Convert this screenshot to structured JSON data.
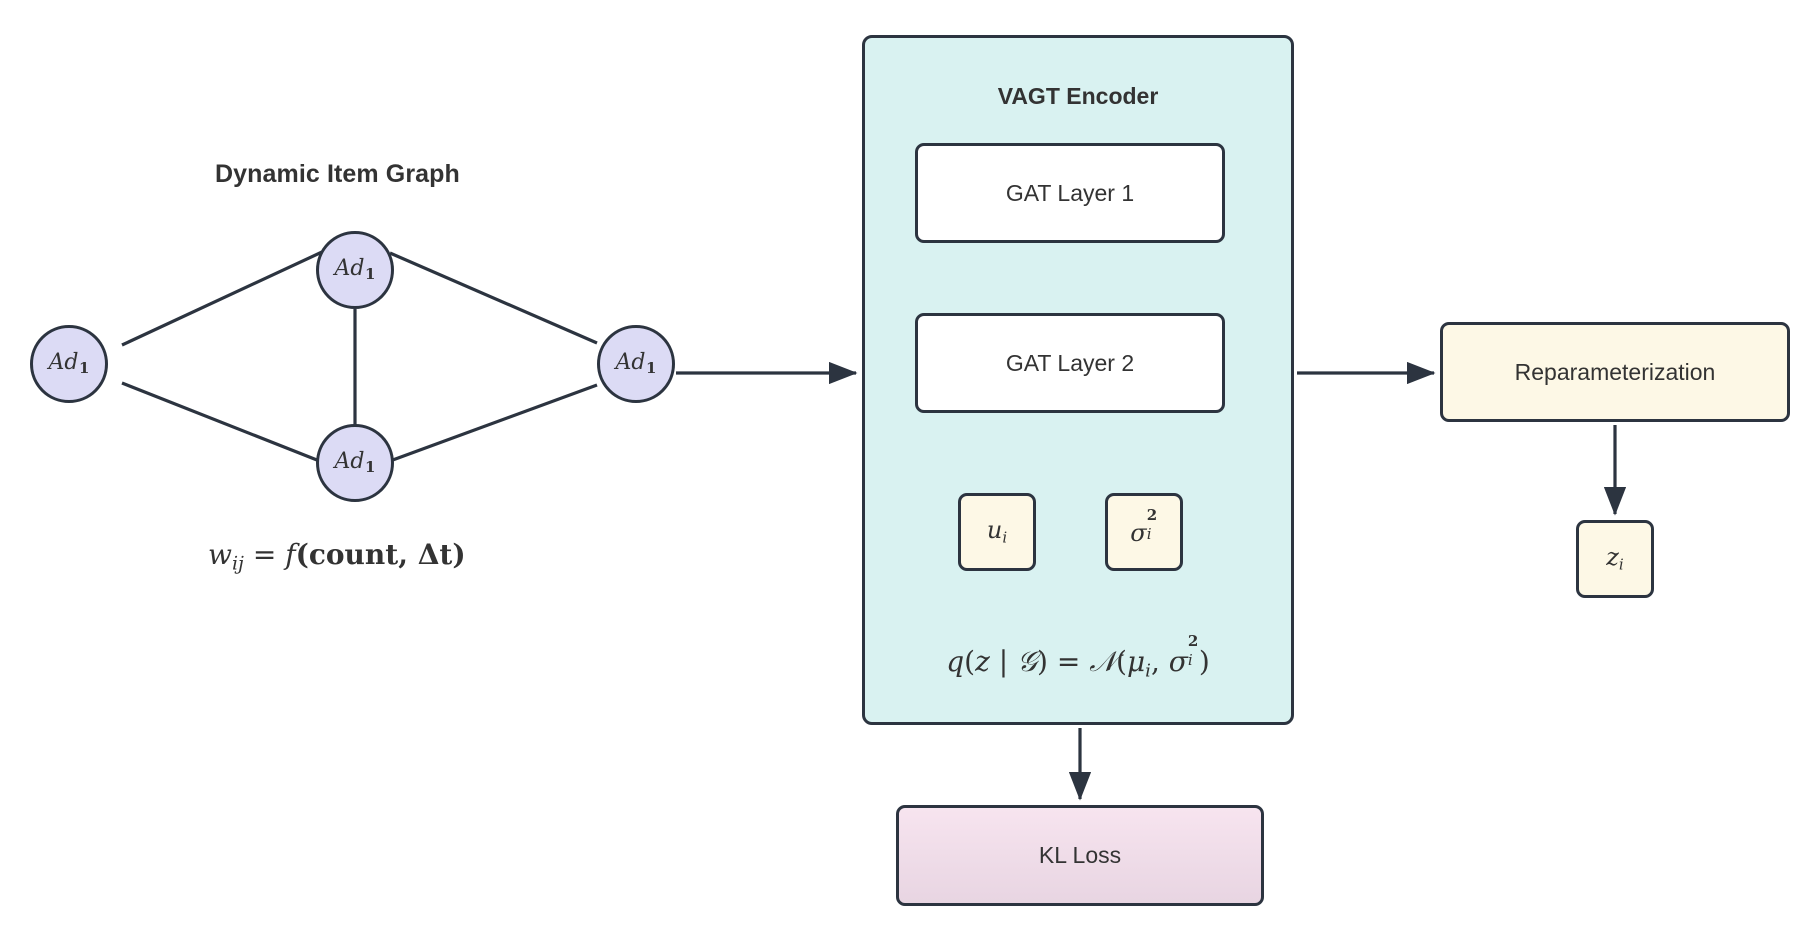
{
  "graph": {
    "title": "Dynamic Item Graph",
    "nodes": [
      {
        "id": "node-left",
        "label": "Ad",
        "sub": "1"
      },
      {
        "id": "node-top",
        "label": "Ad",
        "sub": "1"
      },
      {
        "id": "node-bottom",
        "label": "Ad",
        "sub": "1"
      },
      {
        "id": "node-right",
        "label": "Ad",
        "sub": "1"
      }
    ],
    "weight_formula": {
      "w": "w",
      "w_sub": "ij",
      "equals": " = ",
      "f": "f",
      "open": "(",
      "args": "count, Δt",
      "close": ")"
    }
  },
  "encoder": {
    "title": "VAGT Encoder",
    "gat_layer_1": "GAT Layer 1",
    "gat_layer_2": "GAT Layer 2",
    "mu_box": {
      "symbol": "u",
      "sub": "i"
    },
    "sigma_box": {
      "symbol": "σ",
      "sup": "2",
      "sub": "i"
    },
    "distribution_formula": {
      "q": "q",
      "open": "(",
      "z": "z",
      "bar": " | ",
      "graph_symbol": "𝒢",
      "close": ")",
      "equals": " = ",
      "normal_symbol": "𝒩",
      "mu": "μ",
      "mu_sub": "i",
      "comma": ", ",
      "sigma": "σ",
      "sigma_sup": "2",
      "sigma_sub": "i"
    }
  },
  "reparameterization": {
    "label": "Reparameterization"
  },
  "latent": {
    "symbol": "z",
    "sub": "i"
  },
  "kl_loss": {
    "label": "KL Loss"
  },
  "colors": {
    "node_fill": "#dcdbf5",
    "encoder_fill": "#d9f2f1",
    "param_fill": "#fdf8e6",
    "kl_fill_top": "#f7e4ef",
    "kl_fill_bottom": "#e8d5e2",
    "stroke": "#2c3440",
    "text": "#333333",
    "background": "#ffffff"
  }
}
